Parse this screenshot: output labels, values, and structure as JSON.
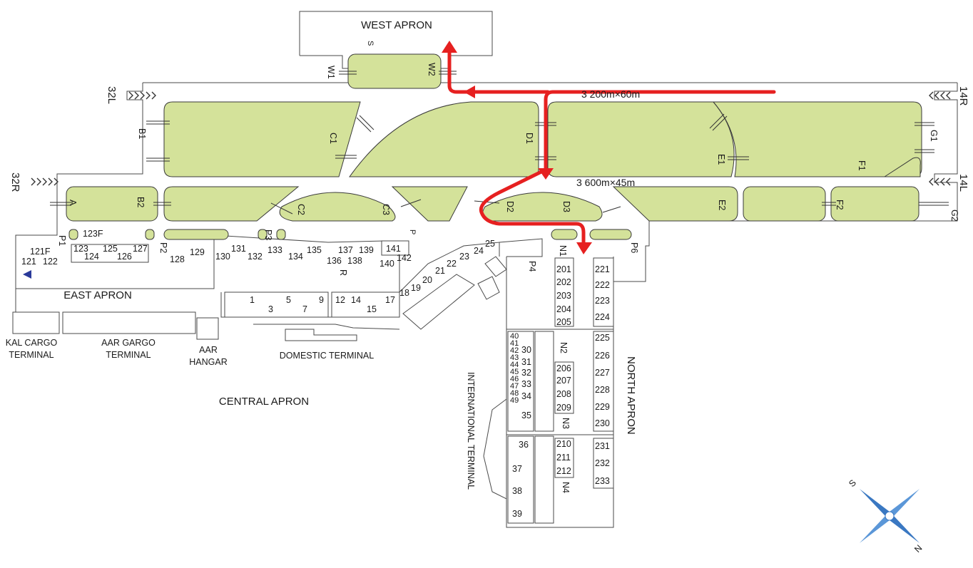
{
  "aprons": {
    "west": "WEST APRON",
    "east": "EAST APRON",
    "central": "CENTRAL APRON",
    "north": "NORTH APRON"
  },
  "terminals": {
    "kal_cargo_1": "KAL CARGO",
    "kal_cargo_2": "TERMINAL",
    "aar_cargo_1": "AAR GARGO",
    "aar_cargo_2": "TERMINAL",
    "aar_hangar_1": "AAR",
    "aar_hangar_2": "HANGAR",
    "domestic": "DOMESTIC TERMINAL",
    "international": "INTERNATIONAL TERMINAL"
  },
  "runways": {
    "r32L": "32L",
    "r14R": "14R",
    "r32R": "32R",
    "r14L": "14L",
    "north_dims": "3 200m×60m",
    "south_dims": "3 600m×45m"
  },
  "taxiways": {
    "W1": "W1",
    "W2": "W2",
    "S": "S",
    "B1": "B1",
    "C1": "C1",
    "D1": "D1",
    "E1": "E1",
    "F1": "F1",
    "G1": "G1",
    "A": "A",
    "B2": "B2",
    "C2": "C2",
    "C3": "C3",
    "D2": "D2",
    "D3": "D3",
    "E2": "E2",
    "F2": "F2",
    "G2": "G2",
    "P": "P",
    "P1": "P1",
    "P2": "P2",
    "P3": "P3",
    "P4": "P4",
    "P6": "P6",
    "R": "R",
    "N1": "N1",
    "N2": "N2",
    "N3": "N3",
    "N4": "N4"
  },
  "stands": {
    "east": [
      "123F",
      "123",
      "124",
      "125",
      "126",
      "127",
      "121F",
      "121",
      "122",
      "128",
      "129"
    ],
    "central_upper": [
      "130",
      "131",
      "132",
      "133",
      "134",
      "135",
      "136",
      "137",
      "138",
      "139",
      "140",
      "141",
      "142"
    ],
    "domestic": [
      "1",
      "3",
      "5",
      "7",
      "9",
      "12",
      "14",
      "15",
      "17"
    ],
    "intl_upper": [
      "18",
      "19",
      "20",
      "21",
      "22",
      "23",
      "24",
      "25"
    ],
    "intl_left": [
      "40",
      "41",
      "42",
      "43",
      "44",
      "45",
      "46",
      "47",
      "48",
      "49"
    ],
    "intl_mid": [
      "30",
      "31",
      "32",
      "33",
      "34",
      "35"
    ],
    "intl_low": [
      "36",
      "37",
      "38",
      "39"
    ],
    "n1": [
      "201",
      "202",
      "203",
      "204",
      "205"
    ],
    "n2": [
      "206",
      "207",
      "208",
      "209"
    ],
    "n3": [
      "210",
      "211",
      "212"
    ],
    "north1": [
      "221",
      "222",
      "223",
      "224"
    ],
    "north2": [
      "225",
      "226",
      "227",
      "228",
      "229",
      "230"
    ],
    "north3": [
      "231",
      "232",
      "233"
    ]
  },
  "compass": {
    "s": "S",
    "n": "N",
    "color": "#3a78c2"
  },
  "route_color": "#e62020",
  "grass_color": "#d4e29a"
}
